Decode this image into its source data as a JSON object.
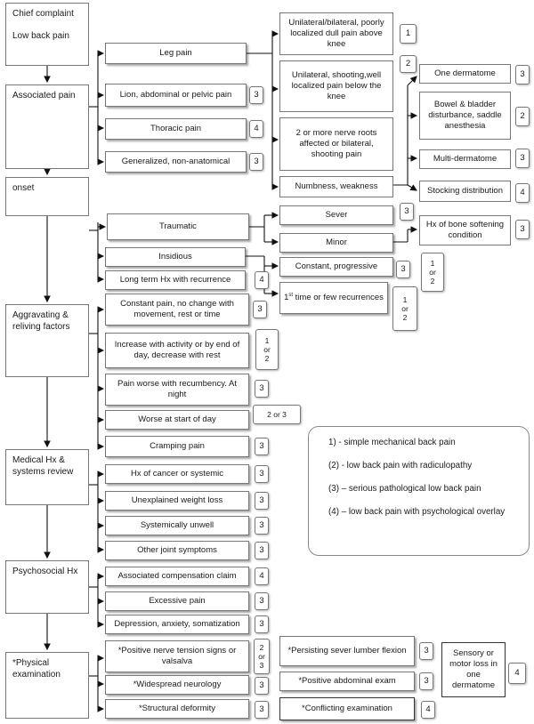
{
  "categories": {
    "chief": [
      "Chief complaint",
      "Low back pain"
    ],
    "associated": "Associated pain",
    "onset": "onset",
    "aggravating": "Aggravating & reliving factors",
    "medical": "Medical Hx & systems review",
    "psychosocial": "Psychosocial Hx",
    "physical": "*Physical examination"
  },
  "associated_items": {
    "leg_pain": "Leg pain",
    "lion": "Lion, abdominal or pelvic pain",
    "lion_num": "3",
    "thoracic": "Thoracic pain",
    "thoracic_num": "4",
    "generalized": "Generalized, non-anatomical",
    "generalized_num": "3"
  },
  "leg_branches": {
    "unilateral_dull": "Unilateral/bilateral, poorly localized dull pain above knee",
    "unilateral_dull_num": "1",
    "unilateral_shooting": "Unilateral, shooting,well localized pain below the knee",
    "unilateral_shooting_num": "2",
    "nerve_roots": "2 or more nerve roots affected or bilateral, shooting pain",
    "numbness": "Numbness, weakness"
  },
  "neuro_outcomes": {
    "one_dermatome": "One dermatome",
    "one_dermatome_num": "3",
    "bowel": "Bowel & bladder disturbance, saddle anesthesia",
    "bowel_num": "2",
    "multi": "Multi-dermatome",
    "multi_num": "3",
    "stocking": "Stocking distribution",
    "stocking_num": "4"
  },
  "onset_items": {
    "traumatic": "Traumatic",
    "insidious": "Insidious",
    "long_term": "Long term Hx with recurrence",
    "long_term_num": "4",
    "sever": "Sever",
    "sever_num": "3",
    "minor": "Minor",
    "bone": "Hx of bone softening condition",
    "bone_num": "3",
    "constant": "Constant, progressive",
    "constant_num": "3",
    "first_time_sup": "st",
    "first_time_pre": "1",
    "first_time_post": " time or few recurrences",
    "first_time_num": [
      "1",
      "or",
      "2"
    ],
    "side_num": [
      "1",
      "or",
      "2"
    ]
  },
  "aggravating_items": {
    "constant_pain": "Constant pain, no change with movement, rest or time",
    "constant_pain_num": "3",
    "increase": "Increase with activity or by end of day, decrease with rest",
    "increase_num": [
      "1",
      "or",
      "2"
    ],
    "recumbency": "Pain worse with recumbency. At night",
    "recumbency_num": "3",
    "worse_start": "Worse at start of day",
    "worse_start_num": "2 or 3",
    "cramping": "Cramping pain",
    "cramping_num": "3"
  },
  "medical_items": {
    "cancer": "Hx of cancer or systemic",
    "cancer_num": "3",
    "weight": "Unexplained weight loss",
    "weight_num": "3",
    "unwell": "Systemically unwell",
    "unwell_num": "3",
    "joint": "Other joint symptoms",
    "joint_num": "3"
  },
  "psychosocial_items": {
    "compensation": "Associated compensation claim",
    "compensation_num": "4",
    "excessive": "Excessive pain",
    "excessive_num": "3",
    "depression": "Depression, anxiety, somatization",
    "depression_num": "3"
  },
  "physical_items": {
    "nerve_tension": "*Positive nerve tension signs or valsalva",
    "nerve_tension_num": [
      "2",
      "or",
      "3"
    ],
    "widespread": "*Widespread neurology",
    "widespread_num": "3",
    "structural": "*Structural deformity",
    "structural_num": "3",
    "lumber": "*Persisting sever lumber flexion",
    "lumber_num": "3",
    "abdominal": "*Positive abdominal exam",
    "abdominal_num": "3",
    "conflicting": "*Conflicting examination",
    "conflicting_num": "4",
    "sensory": "Sensory or motor loss in one dermatome",
    "sensory_num": "4"
  },
  "legend": [
    "1) - simple mechanical back pain",
    "(2) - low back pain with radiculopathy",
    "(3) – serious pathological low back pain",
    "(4) – low back pain with psychological overlay"
  ]
}
